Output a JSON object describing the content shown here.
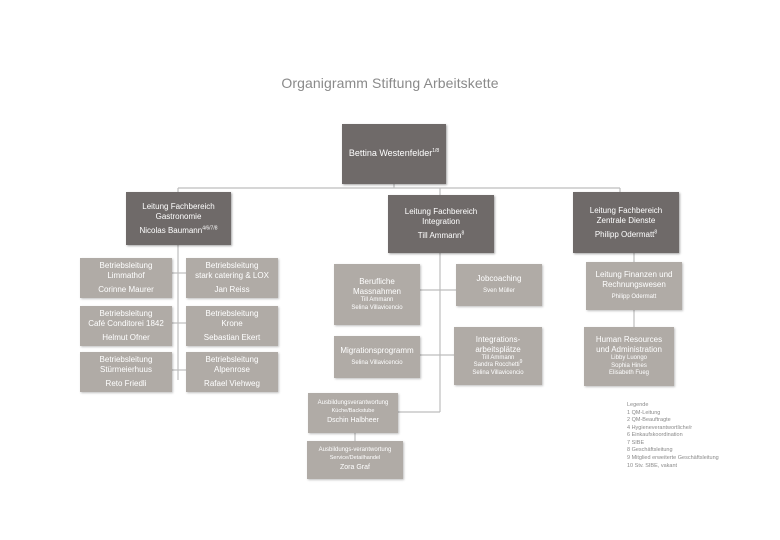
{
  "title": "Organigramm Stiftung Arbeitskette",
  "ceo": {
    "name": "Bettina Westenfelder",
    "sup": "1/8"
  },
  "departments": {
    "gastronomie": {
      "line1": "Leitung Fachbereich",
      "line2": "Gastronomie",
      "name": "Nicolas Baumann",
      "sup": "4/6/7/8"
    },
    "integration": {
      "line1": "Leitung Fachbereich",
      "line2": "Integration",
      "name": "Till Ammann",
      "sup": "8"
    },
    "zentrale": {
      "line1": "Leitung Fachbereich",
      "line2": "Zentrale Dienste",
      "name": "Philipp Odermatt",
      "sup": "8"
    }
  },
  "gastro_units": [
    {
      "line1": "Betriebsleitung",
      "line2": "Limmathof",
      "name": "Corinne Maurer"
    },
    {
      "line1": "Betriebsleitung",
      "line2": "stark catering & LOX",
      "name": "Jan Reiss"
    },
    {
      "line1": "Betriebsleitung",
      "line2": "Café Conditorei 1842",
      "name": "Helmut Ofner"
    },
    {
      "line1": "Betriebsleitung",
      "line2": "Krone",
      "name": "Sebastian Ekert"
    },
    {
      "line1": "Betriebsleitung",
      "line2": "Stürmeierhuus",
      "name": "Reto Friedli"
    },
    {
      "line1": "Betriebsleitung",
      "line2": "Alpenrose",
      "name": "Rafael Viehweg"
    }
  ],
  "integration_units": {
    "berufliche": {
      "line1": "Berufliche",
      "line2": "Massnahmen",
      "names": [
        "Till Ammann",
        "Selina Villavicencio"
      ]
    },
    "jobcoaching": {
      "title": "Jobcoaching",
      "name": "Sven Müller"
    },
    "migration": {
      "title": "Migrationsprogramm",
      "name": "Selina Villavicencio"
    },
    "integrationsplaetze": {
      "line1": "Integrations-",
      "line2": "arbeitsplätze",
      "names": [
        "Till Ammann",
        "Sandra Rocchetti",
        "Selina Villavicencio"
      ],
      "sup": "9"
    },
    "ausbildung_kueche": {
      "title": "Ausbildungsverantwortung",
      "subtitle": "Küche/Backstube",
      "name": "Dschin Halbheer"
    },
    "ausbildung_service": {
      "title": "Ausbildungs-verantwortung",
      "subtitle": "Service/Detailhandel",
      "name": "Zora Graf"
    }
  },
  "zentrale_units": {
    "finanzen": {
      "line1": "Leitung Finanzen und",
      "line2": "Rechnungswesen",
      "name": "Philipp Odermatt"
    },
    "hr": {
      "line1": "Human Resources",
      "line2": "und Administration",
      "names": [
        "Libby Luongo",
        "Sophia Hines",
        "Elisabeth Fueg"
      ]
    }
  },
  "legend": {
    "title": "Legende",
    "items": [
      "1 QM-Leitung",
      "2 QM-Beauftragte",
      "4 Hygieneverantwortliche/r",
      "6 Einkaufskoordination",
      "7 SIBE",
      "8 Geschäftsleitung",
      "9 Mitglied erweiterte Geschäftsleitung",
      "10 Stv. SIBE, vakant"
    ]
  }
}
